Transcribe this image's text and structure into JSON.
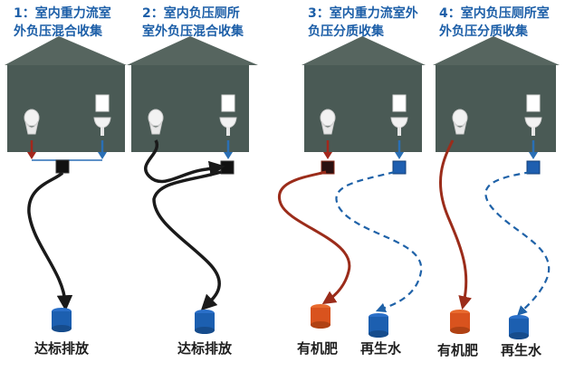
{
  "scenarios": [
    {
      "line1": "1：室内重力流室",
      "line2": "外负压混合收集"
    },
    {
      "line1": "2：室内负压厕所",
      "line2": "室外负压混合收集"
    },
    {
      "line1": "3：室内重力流室外",
      "line2": "负压分质收集"
    },
    {
      "line1": "4：室内负压厕所室",
      "line2": "外负压分质收集"
    }
  ],
  "outputs": {
    "discharge_1": "达标排放",
    "discharge_2": "达标排放",
    "fertilizer_3": "有机肥",
    "reclaimed_3": "再生水",
    "fertilizer_4": "有机肥",
    "reclaimed_4": "再生水"
  },
  "colors": {
    "house": "#4a5a55",
    "roof": "#56655f",
    "arrow_red": "#a3271c",
    "arrow_blue": "#2a6fb5",
    "pipe_black": "#1a1a1a",
    "pipe_red": "#9b2c1a",
    "pipe_blue_dashed": "#1f62a8",
    "barrel_blue": "#1c5fb0",
    "barrel_orange": "#d9531e",
    "label_blue": "#1d5fa8"
  },
  "icons": [
    "toilet-icon",
    "sink-icon",
    "mirror-icon",
    "collection-tank-icon",
    "barrel-icon"
  ]
}
